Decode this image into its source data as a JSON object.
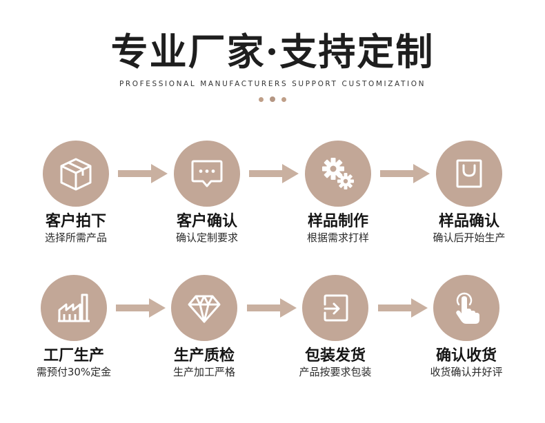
{
  "header": {
    "title": "专业厂家·支持定制",
    "subtitle": "PROFESSIONAL MANUFACTURERS SUPPORT CUSTOMIZATION"
  },
  "colors": {
    "accent": "#c2a797",
    "arrow": "#c9b0a0",
    "text": "#151515"
  },
  "steps": [
    {
      "icon": "package-box-icon",
      "title": "客户拍下",
      "desc": "选择所需产品"
    },
    {
      "icon": "chat-bubble-icon",
      "title": "客户确认",
      "desc": "确认定制要求"
    },
    {
      "icon": "gears-icon",
      "title": "样品制作",
      "desc": "根据需求打样"
    },
    {
      "icon": "shopping-bag-icon",
      "title": "样品确认",
      "desc": "确认后开始生产"
    },
    {
      "icon": "factory-icon",
      "title": "工厂生产",
      "desc": "需预付30%定金"
    },
    {
      "icon": "diamond-icon",
      "title": "生产质检",
      "desc": "生产加工严格"
    },
    {
      "icon": "package-pack-icon",
      "title": "包装发货",
      "desc": "产品按要求包装"
    },
    {
      "icon": "hand-pointer-icon",
      "title": "确认收货",
      "desc": "收货确认并好评"
    }
  ]
}
